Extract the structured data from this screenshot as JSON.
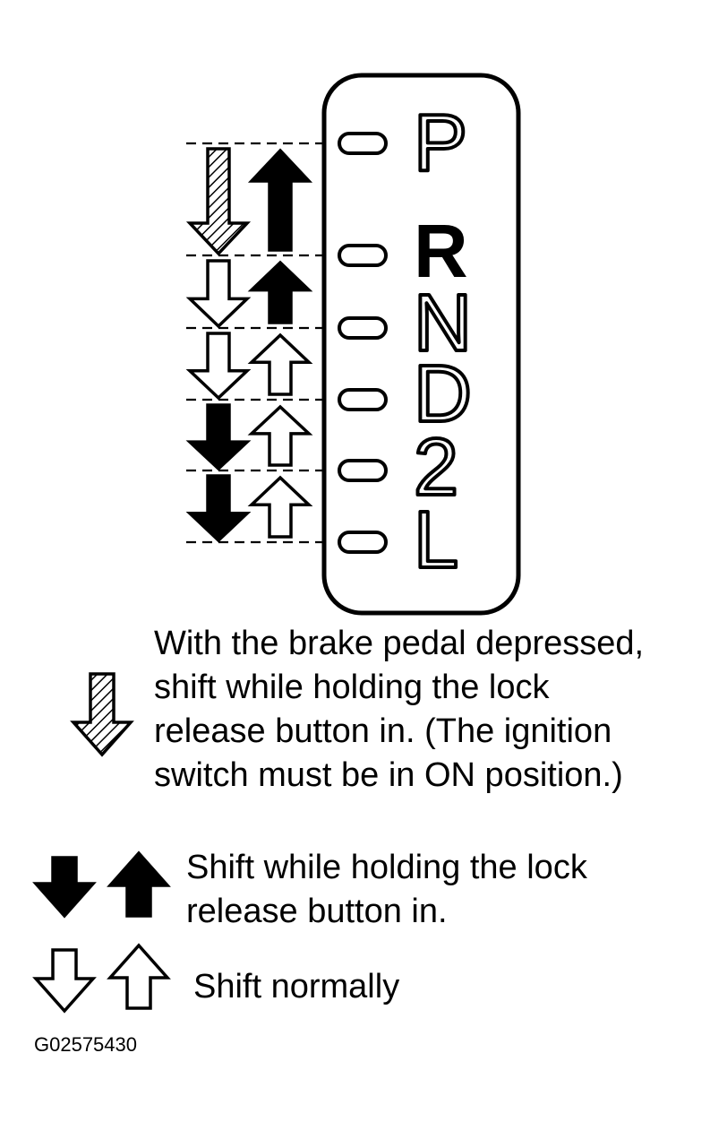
{
  "positions": [
    "P",
    "R",
    "N",
    "D",
    "2",
    "L"
  ],
  "transitions": [
    {
      "from": "P",
      "to": "R",
      "down": "hatched",
      "up": "solid"
    },
    {
      "from": "R",
      "to": "N",
      "down": "outline",
      "up": "solid"
    },
    {
      "from": "N",
      "to": "D",
      "down": "outline",
      "up": "outline"
    },
    {
      "from": "D",
      "to": "2",
      "down": "solid",
      "up": "outline"
    },
    {
      "from": "2",
      "to": "L",
      "down": "solid",
      "up": "outline"
    }
  ],
  "legend": {
    "hatched": "With the brake pedal depressed,\nshift while holding the lock\nrelease button in. (The ignition\nswitch must be in ON position.)",
    "solid": "Shift while holding the lock\nrelease button in.",
    "outline": "Shift normally"
  },
  "figure_id": "G02575430",
  "colors": {
    "ink": "#000000",
    "paper": "#ffffff"
  }
}
